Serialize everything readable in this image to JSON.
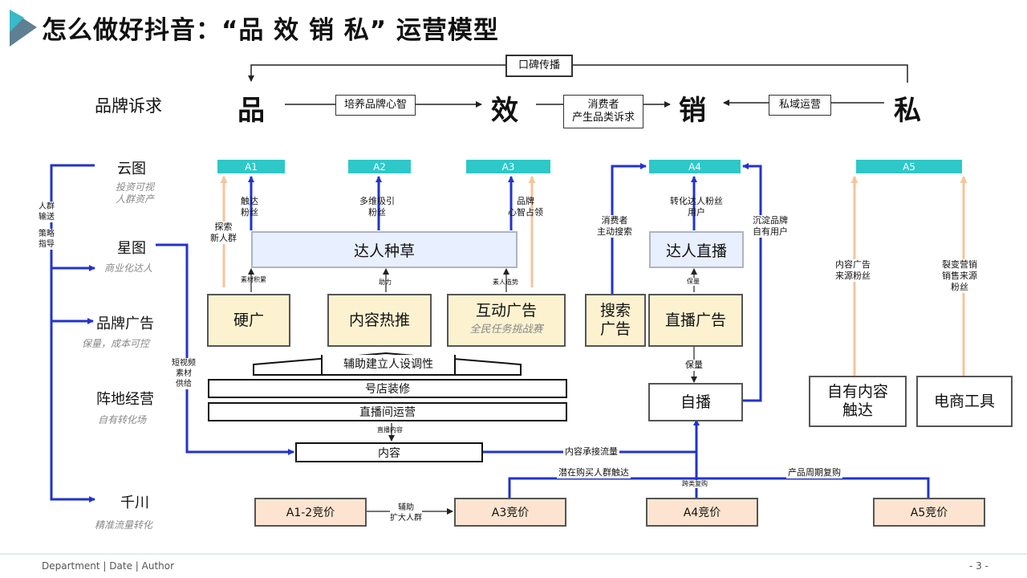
{
  "title": "怎么做好抖音：“品 效 销 私” 运营模型",
  "top": {
    "word_of_mouth": "口碑传播",
    "brand_appeal": "品牌诉求",
    "pin": "品",
    "xiao": "效",
    "xiao_sales": "销",
    "si": "私",
    "cultivate_mind": "培养品牌心智",
    "consumer_appeal_1": "消费者",
    "consumer_appeal_2": "产生品类诉求",
    "private_ops": "私域运营"
  },
  "left": {
    "yuntu": "云图",
    "yuntu_sub_1": "投资可视",
    "yuntu_sub_2": "人群资产",
    "xingtu": "星图",
    "xingtu_sub": "商业化达人",
    "brand_ad": "品牌广告",
    "brand_ad_sub": "保量，成本可控",
    "position_ops": "阵地经营",
    "position_ops_sub": "自有转化场",
    "qianchuan": "千川",
    "qianchuan_sub": "精准流量转化",
    "crowd_1": "人群",
    "crowd_2": "输送",
    "strategy_1": "策略",
    "strategy_2": "指导",
    "short_video_1": "短视频",
    "short_video_2": "素材",
    "short_video_3": "供给"
  },
  "stages": {
    "a1": "A1",
    "a2": "A2",
    "a3": "A3",
    "a4": "A4",
    "a5": "A5"
  },
  "labels": {
    "reach_fans_1": "触达",
    "reach_fans_2": "粉丝",
    "explore_1": "探索",
    "explore_2": "新人群",
    "attract_1": "多维吸引",
    "attract_2": "粉丝",
    "mind_1": "品牌",
    "mind_2": "心智占领",
    "material": "素材积累",
    "assist": "助力",
    "kol_power": "素人造势",
    "search_1": "消费者",
    "search_2": "主动搜索",
    "convert_1": "转化达人粉丝",
    "convert_2": "用户",
    "deposit_1": "沉淀品牌",
    "deposit_2": "自有用户",
    "guarantee_small": "保量",
    "guarantee": "保量",
    "content_ad_1": "内容广告",
    "content_ad_2": "来源粉丝",
    "fission_1": "裂变营销",
    "fission_2": "销售来源",
    "fission_3": "粉丝",
    "live_content": "直播内容",
    "content_flow": "内容承接流量",
    "potential_reach": "潜在购买人群触达",
    "cross_repurchase": "跨类复购",
    "cycle_repurchase": "产品周期复购",
    "aux_expand_1": "辅助",
    "aux_expand_2": "扩大人群"
  },
  "boxes": {
    "kol_seeding": "达人种草",
    "kol_live": "达人直播",
    "hard_ad": "硬广",
    "content_boost": "内容热推",
    "interactive_ad": "互动广告",
    "interactive_sub": "全民任务挑战赛",
    "search_ad_1": "搜索",
    "search_ad_2": "广告",
    "live_ad": "直播广告",
    "persona": "辅助建立人设调性",
    "shop_decor": "号店装修",
    "live_room_ops": "直播间运营",
    "content": "内容",
    "self_live": "自播",
    "own_content_1": "自有内容",
    "own_content_2": "触达",
    "ecom_tools": "电商工具",
    "bid_a12": "A1-2竞价",
    "bid_a3": "A3竞价",
    "bid_a4": "A4竞价",
    "bid_a5": "A5竞价"
  },
  "footer": {
    "left": "Department | Date | Author",
    "page": "- 3 -"
  },
  "colors": {
    "teal": "#2ec8c8",
    "blue_line": "#2233cc",
    "peach_line": "#f5c59a",
    "yellow_box": "#fdf2d0",
    "blue_box": "#e8efff",
    "peach_box": "#fde4d0"
  }
}
